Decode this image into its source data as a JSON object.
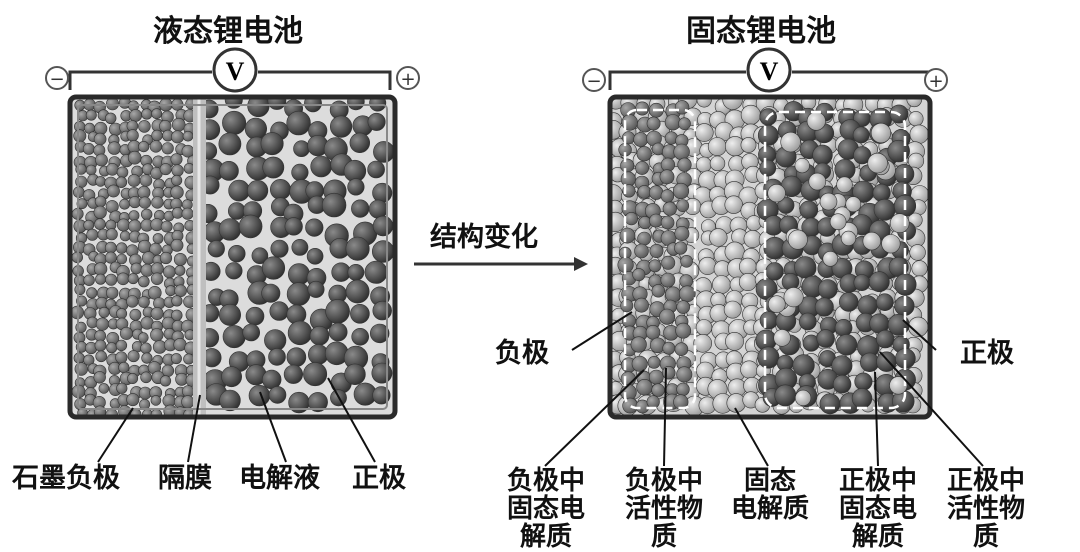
{
  "titles": {
    "liquid": "液态锂电池",
    "solid": "固态锂电池"
  },
  "voltmeter": {
    "symbol": "V",
    "minus": "−",
    "plus": "+"
  },
  "arrow_label": "结构变化",
  "liquid_labels": {
    "anode": "石墨负极",
    "separator": "隔膜",
    "electrolyte": "电解液",
    "cathode": "正极"
  },
  "solid_labels": {
    "anode": "负极",
    "cathode": "正极",
    "anode_solid_electrolyte": [
      "负极中",
      "固态电",
      "解质"
    ],
    "anode_active": [
      "负极中",
      "活性物",
      "质"
    ],
    "solid_electrolyte": [
      "固态",
      "电解质"
    ],
    "cathode_solid_electrolyte": [
      "正极中",
      "固态电",
      "解质"
    ],
    "cathode_active": [
      "正极中",
      "活性物",
      "质"
    ]
  },
  "colors": {
    "dark_particle": "#4a4a4a",
    "light_particle": "#c8c8c8",
    "anode_particle": "#7a7a7a",
    "frame": "#333333"
  }
}
